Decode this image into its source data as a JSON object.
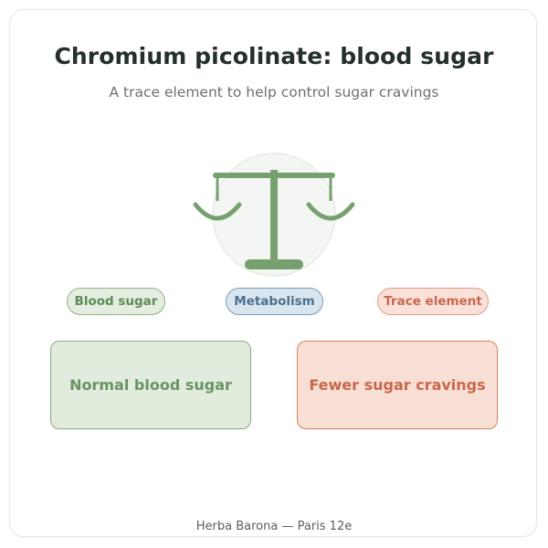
{
  "title": "Chromium picolinate: blood sugar",
  "subtitle": "A trace element to help control sugar cravings",
  "icon": "balance-scale-icon",
  "tags": {
    "blood_sugar": "Blood sugar",
    "metabolism": "Metabolism",
    "trace_element": "Trace element"
  },
  "boxes": {
    "left": "Normal blood sugar",
    "right": "Fewer sugar cravings"
  },
  "footer": "Herba Barona — Paris 12e",
  "colors": {
    "title": "#24302a",
    "green_accent": "#6a9464",
    "blue_accent": "#4c708e",
    "orange_accent": "#c8684c",
    "scale": "#77a06f"
  }
}
